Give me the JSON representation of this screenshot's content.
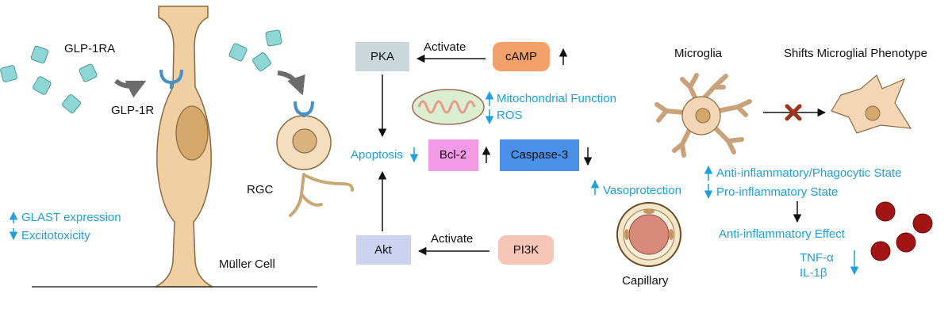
{
  "colors": {
    "accent_blue": "#1ea0dc",
    "muller_cell": "#f0cfa3",
    "glp_square": "#8fd6d6",
    "pka_box": "#cad8dc",
    "camp_box": "#f4a06a",
    "bcl2_box": "#f29ae3",
    "caspase_box": "#4a90e8",
    "akt_box": "#ccd3ef",
    "pi3k_box": "#f6c5b6",
    "inhibit_x": "#a0321e",
    "cytokine": "#a31515"
  },
  "left": {
    "glp1ra_label": "GLP-1RA",
    "glp1r_label": "GLP-1R",
    "rgc_label": "RGC",
    "muller_label": "Müller Cell",
    "glast_label": "GLAST expression",
    "excito_label": "Excitotoxicity"
  },
  "pathway": {
    "pka": "PKA",
    "camp": "cAMP",
    "activate_top": "Activate",
    "mito_function": "Mitochondrial Function",
    "ros": "ROS",
    "apoptosis": "Apoptosis",
    "bcl2": "Bcl-2",
    "caspase3": "Caspase-3",
    "akt": "Akt",
    "pi3k": "PI3K",
    "activate_bottom": "Activate"
  },
  "right": {
    "microglia_label": "Microglia",
    "shift_label": "Shifts Microglial Phenotype",
    "vasoprotection": "Vasoprotection",
    "capillary_label": "Capillary",
    "anti_phago": "Anti-inflammatory/Phagocytic State",
    "pro_inflam": "Pro-inflammatory State",
    "anti_effect": "Anti-inflammatory Effect",
    "tnf": "TNF-α",
    "il1b": "IL-1β"
  },
  "icons": [
    "up-arrow-icon",
    "down-arrow-icon",
    "inhibit-x-icon",
    "mitochondrion-icon",
    "receptor-icon"
  ]
}
